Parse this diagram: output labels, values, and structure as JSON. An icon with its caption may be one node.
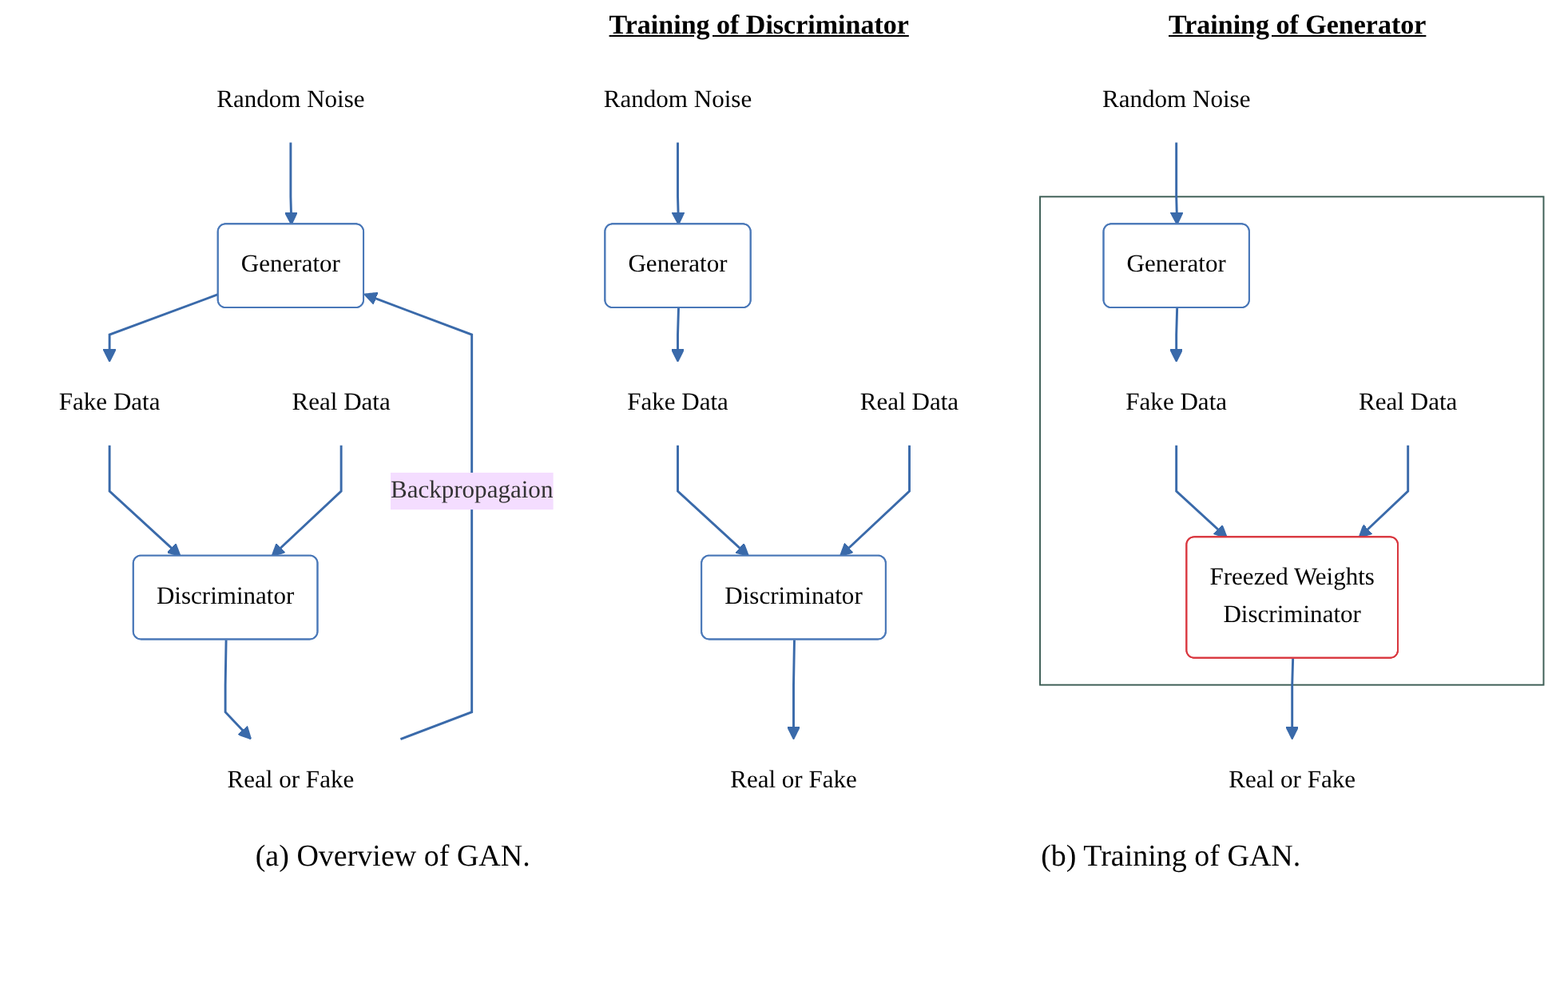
{
  "diagram": {
    "nodes": [
      {
        "text": [
          "Random Noise"
        ]
      },
      {
        "text": [
          "Generator"
        ]
      },
      {
        "text": [
          "Fake Data"
        ]
      },
      {
        "text": [
          "Real Data"
        ]
      },
      {
        "text": [
          "Discriminator"
        ]
      },
      {
        "text": [
          "Real or Fake"
        ]
      },
      {
        "text": [
          "Random Noise"
        ]
      },
      {
        "text": [
          "Generator"
        ]
      },
      {
        "text": [
          "Fake Data"
        ]
      },
      {
        "text": [
          "Real Data"
        ]
      },
      {
        "text": [
          "Discriminator"
        ]
      },
      {
        "text": [
          "Real or Fake"
        ]
      },
      {
        "text": [
          "Random Noise"
        ]
      },
      {
        "text": [],
        "shape": "box"
      },
      {
        "text": [
          "Generator"
        ],
        "in": 13
      },
      {
        "text": [
          "Fake Data"
        ],
        "in": 13
      },
      {
        "text": [
          "Real Data"
        ],
        "in": 13
      },
      {
        "text": [
          "Freezed Weights",
          "Discriminator"
        ],
        "in": 13
      },
      {
        "text": [
          "Real or Fake"
        ]
      }
    ],
    "edges": [
      {
        "from": 0,
        "to": 1,
        "arrow": "to"
      },
      {
        "from": 1,
        "to": 2,
        "arrow": "to"
      },
      {
        "from": 2,
        "to": 4,
        "arrow": "to"
      },
      {
        "from": 3,
        "to": 4,
        "arrow": "to"
      },
      {
        "from": 4,
        "to": 5,
        "arrow": "to"
      },
      {
        "from": 5,
        "to": 1,
        "arrow": "to",
        "label": "Backpropagaion"
      },
      {
        "from": 6,
        "to": 7,
        "arrow": "to"
      },
      {
        "from": 7,
        "to": 8,
        "arrow": "to"
      },
      {
        "from": 8,
        "to": 10,
        "arrow": "to"
      },
      {
        "from": 9,
        "to": 10,
        "arrow": "to"
      },
      {
        "from": 10,
        "to": 11,
        "arrow": "to"
      },
      {
        "from": 12,
        "to": 14,
        "arrow": "to"
      },
      {
        "from": 14,
        "to": 15,
        "arrow": "to"
      },
      {
        "from": 15,
        "to": 17,
        "arrow": "to"
      },
      {
        "from": 16,
        "to": 17,
        "arrow": "to"
      },
      {
        "from": 17,
        "to": 18,
        "arrow": "to"
      }
    ],
    "labels": [
      "Training of Discriminator",
      "Training of Generator",
      "(a) Overview of GAN.",
      "(b) Training of GAN."
    ]
  }
}
